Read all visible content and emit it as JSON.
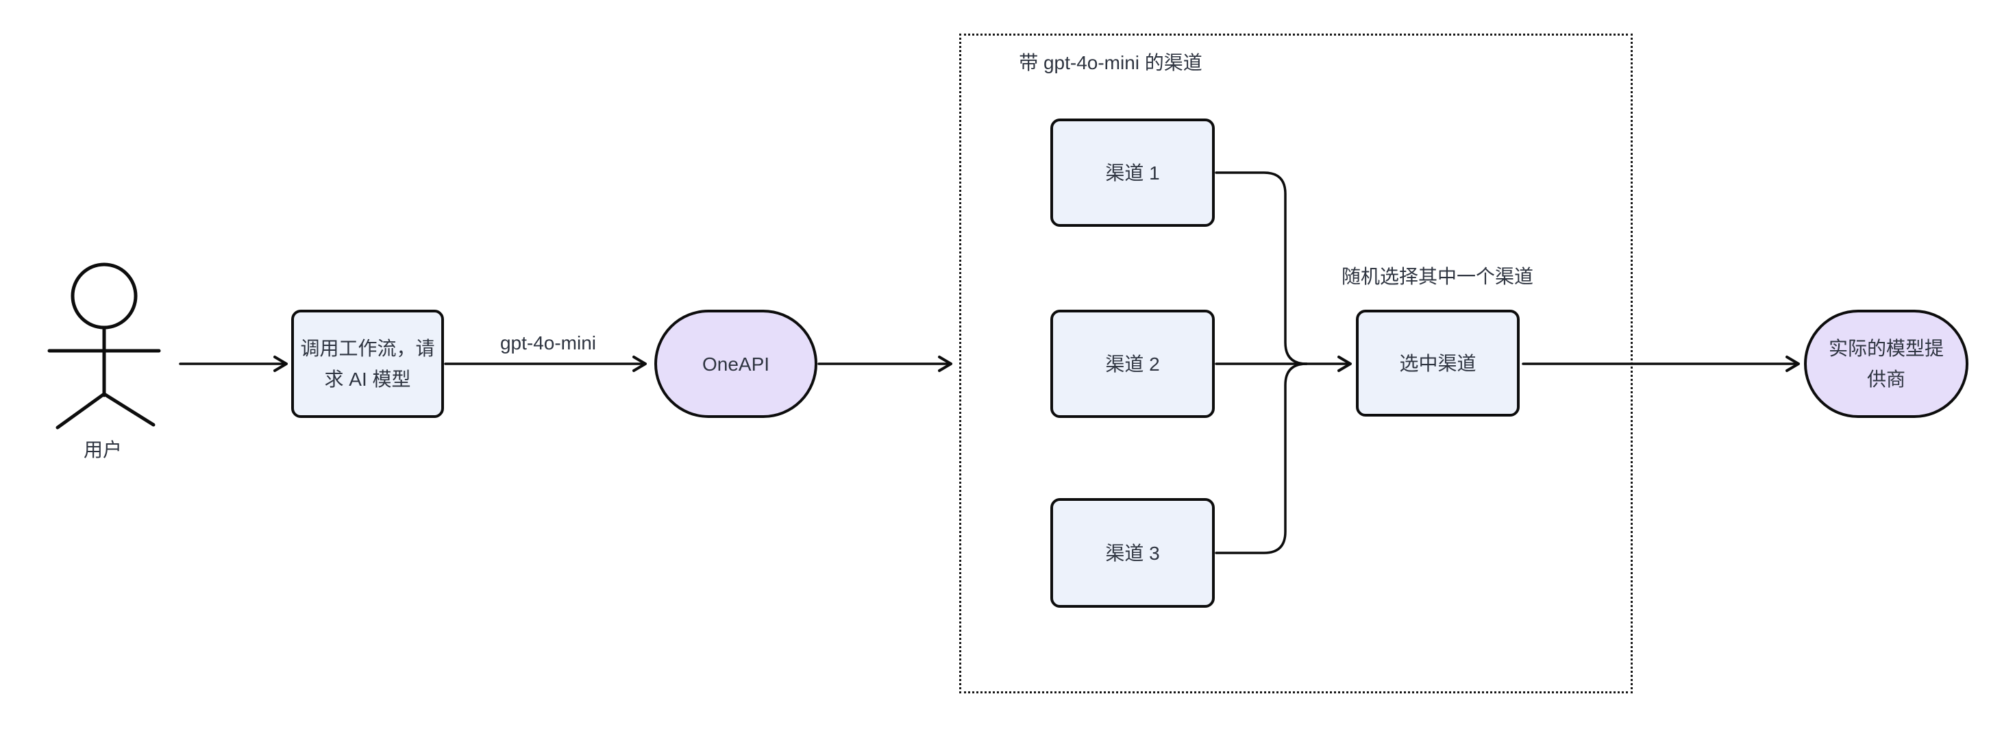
{
  "diagram": {
    "actor": {
      "label": "用户"
    },
    "nodes": {
      "workflow": "调用工作流，请求 AI 模型",
      "oneapi": "OneAPI",
      "channel1": "渠道 1",
      "channel2": "渠道 2",
      "channel3": "渠道 3",
      "selected": "选中渠道",
      "provider": "实际的模型提供商"
    },
    "subgraph": {
      "title": "带 gpt-4o-mini 的渠道"
    },
    "edge_labels": {
      "model_name": "gpt-4o-mini",
      "selection_note": "随机选择其中一个渠道"
    },
    "colors": {
      "rect_fill": "#edf2fb",
      "pill_fill": "#e6defa",
      "stroke": "#0d0d0d",
      "text": "#2e3440",
      "background": "#ffffff"
    }
  }
}
